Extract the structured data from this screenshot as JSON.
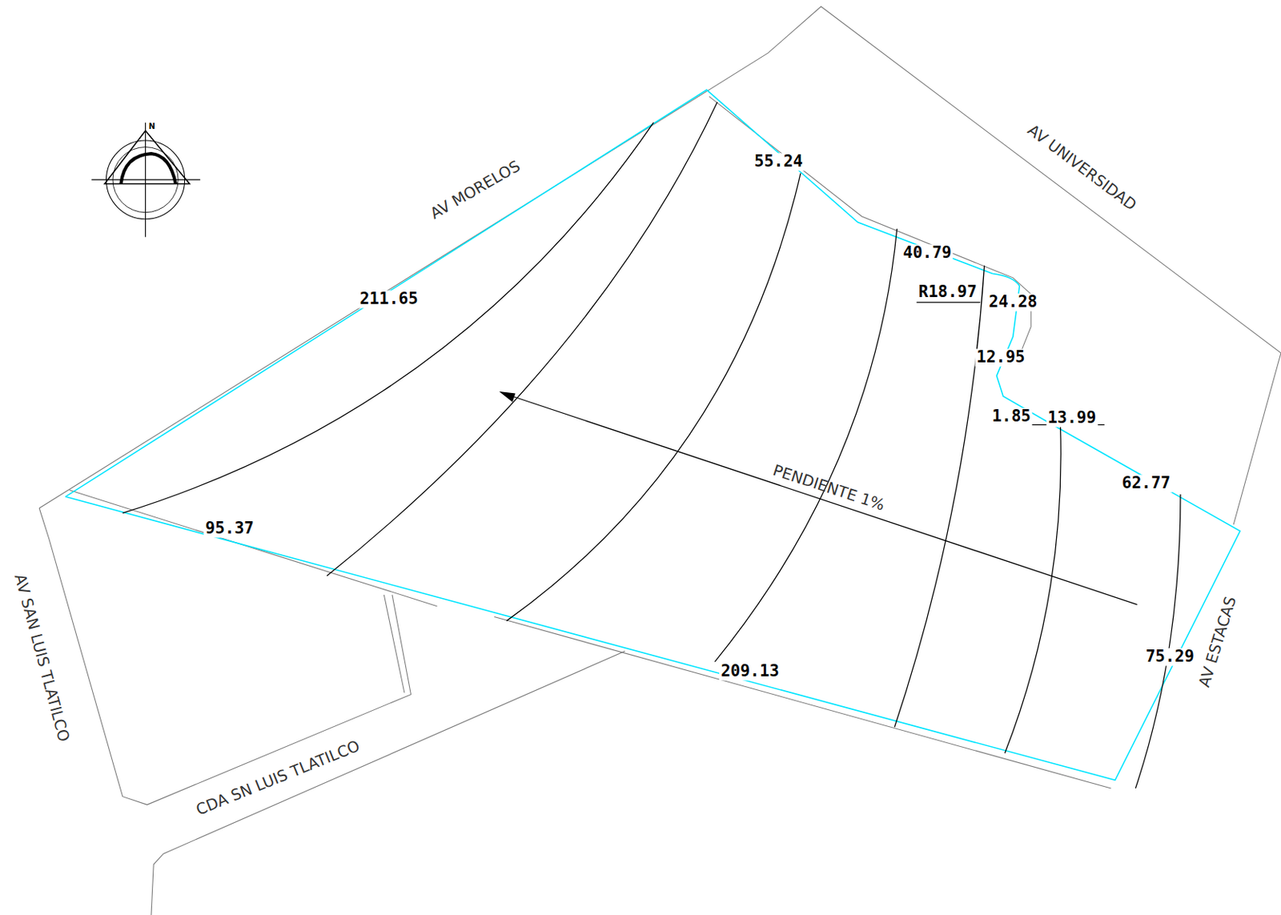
{
  "diagram": {
    "labels": [
      "N",
      "AV MORELOS",
      "AV UNIVERSIDAD",
      "AV SAN LUIS TLATILCO",
      "CDA SN LUIS TLATILCO",
      "AV ESTACAS",
      "PENDIENTE 1%",
      "211.65",
      "55.24",
      "40.79",
      "R18.97",
      "24.28",
      "12.95",
      "1.85",
      "13.99",
      "62.77",
      "75.29",
      "209.13",
      "95.37"
    ]
  }
}
